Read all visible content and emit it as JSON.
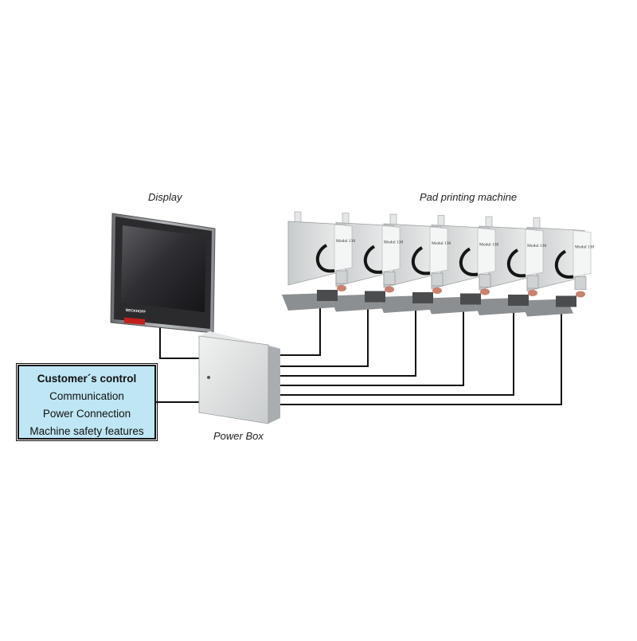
{
  "captions": {
    "display": "Display",
    "pad_printing": "Pad printing machine",
    "power_box": "Power Box"
  },
  "customer_control": {
    "title": "Customer´s control",
    "lines": [
      "Communication",
      "Power Connection",
      "Machine safety features"
    ]
  },
  "display_brand": "BECKHOFF",
  "machine_label": "Modul 130",
  "machine_count": 6,
  "colors": {
    "customer_fill": "#bfe6f4",
    "cable": "#111111",
    "enclosure": "#d9dcdd",
    "display_bezel": "#2b2b2e",
    "brand_red": "#c0201c"
  }
}
